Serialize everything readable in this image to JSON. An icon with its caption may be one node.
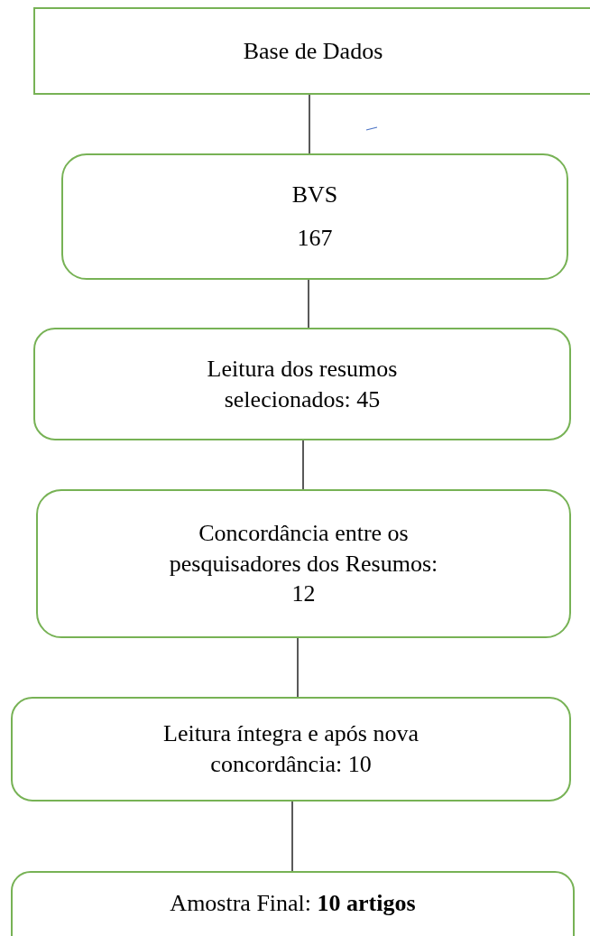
{
  "diagram": {
    "nodes": [
      {
        "text": [
          "Base de Dados"
        ]
      },
      {
        "text": [
          "BVS",
          "167"
        ]
      },
      {
        "text": [
          "Leitura dos resumos selecionados: 45"
        ]
      },
      {
        "text": [
          "Concordância entre os pesquisadores dos Resumos: 12"
        ]
      },
      {
        "text": [
          "Leitura íntegra e após nova concordância: 10"
        ]
      },
      {
        "text": [
          "Amostra Final: **10 artigos**"
        ]
      }
    ],
    "edges": [
      {
        "from": 0,
        "to": 1,
        "arrow": "none"
      },
      {
        "from": 1,
        "to": 2,
        "arrow": "none"
      },
      {
        "from": 2,
        "to": 3,
        "arrow": "none"
      },
      {
        "from": 3,
        "to": 4,
        "arrow": "none"
      },
      {
        "from": 4,
        "to": 5,
        "arrow": "none"
      }
    ]
  }
}
